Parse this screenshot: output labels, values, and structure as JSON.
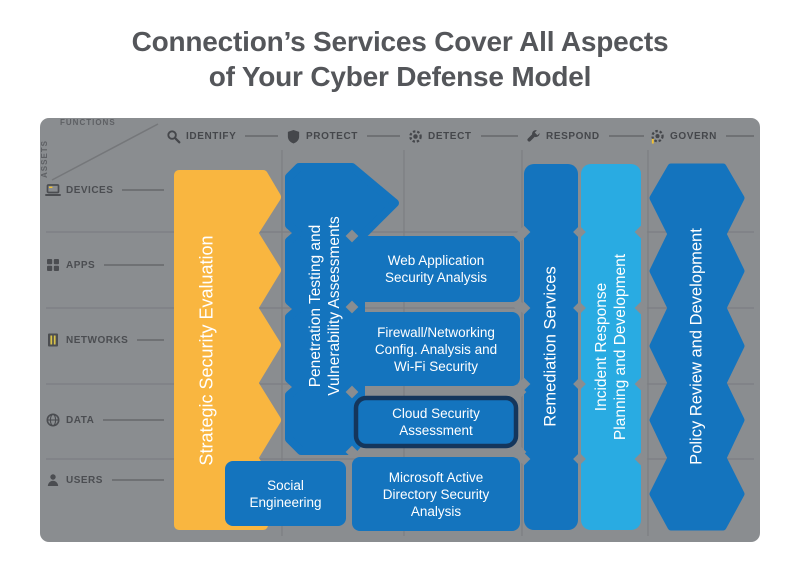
{
  "title": {
    "line1": "Connection’s Services Cover All Aspects",
    "line2": "of Your Cyber Defense Model"
  },
  "matrix": {
    "corner": {
      "top_label": "FUNCTIONS",
      "side_label": "ASSETS"
    },
    "functions": [
      {
        "label": "IDENTIFY",
        "icon": "magnifier-icon"
      },
      {
        "label": "PROTECT",
        "icon": "shield-icon"
      },
      {
        "label": "DETECT",
        "icon": "gear-icon"
      },
      {
        "label": "RESPOND",
        "icon": "wrench-icon"
      },
      {
        "label": "GOVERN",
        "icon": "governance-gear-icon"
      }
    ],
    "assets": [
      {
        "label": "DEVICES",
        "icon": "laptop-icon"
      },
      {
        "label": "APPS",
        "icon": "apps-grid-icon"
      },
      {
        "label": "NETWORKS",
        "icon": "server-icon"
      },
      {
        "label": "DATA",
        "icon": "globe-icon"
      },
      {
        "label": "USERS",
        "icon": "user-icon"
      }
    ]
  },
  "services": {
    "strategic": {
      "label": "Strategic Security Evaluation"
    },
    "pentest": {
      "line1": "Penetration Testing and",
      "line2": "Vulnerability Assessments"
    },
    "remediation": {
      "label": "Remediation Services"
    },
    "incident": {
      "line1": "Incident Response",
      "line2": "Planning and Development"
    },
    "policy": {
      "label": "Policy Review and Development"
    },
    "boxes": {
      "web_app": {
        "line1": "Web Application",
        "line2": "Security Analysis"
      },
      "firewall": {
        "line1": "Firewall/Networking",
        "line2": "Config. Analysis and",
        "line3": "Wi-Fi Security"
      },
      "cloud": {
        "line1": "Cloud Security",
        "line2": "Assessment"
      },
      "social": {
        "line1": "Social",
        "line2": "Engineering"
      },
      "ms_ad": {
        "line1": "Microsoft Active",
        "line2": "Directory Security",
        "line3": "Analysis"
      }
    }
  },
  "colors": {
    "accent_yellow": "#F9B640",
    "primary_blue": "#1474BE",
    "light_blue": "#29ABE2",
    "highlight_navy": "#14365C",
    "panel_gray": "#8A8D90",
    "title_gray": "#54565A"
  }
}
